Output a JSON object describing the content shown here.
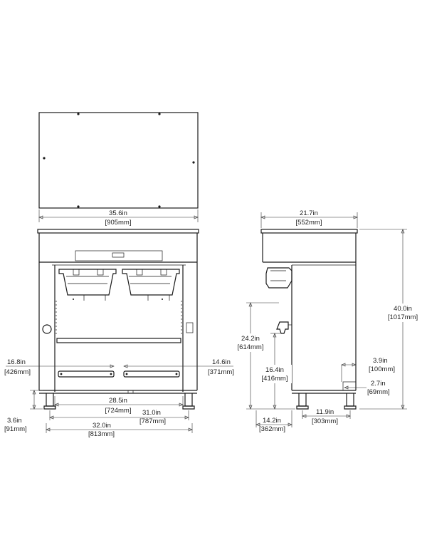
{
  "dimensions": {
    "top_width": {
      "imperial": "35.6in",
      "metric": "[905mm]"
    },
    "side_depth": {
      "imperial": "21.7in",
      "metric": "[552mm]"
    },
    "side_height": {
      "imperial": "40.0in",
      "metric": "[1017mm]"
    },
    "left_dispense": {
      "imperial": "16.8in",
      "metric": "[426mm]"
    },
    "right_dispense": {
      "imperial": "14.6in",
      "metric": "[371mm]"
    },
    "inner_width": {
      "imperial": "28.5in",
      "metric": "[724mm]"
    },
    "feet_width": {
      "imperial": "31.0in",
      "metric": "[787mm]"
    },
    "overall_base": {
      "imperial": "32.0in",
      "metric": "[813mm]"
    },
    "foot_height": {
      "imperial": "3.6in",
      "metric": "[91mm]"
    },
    "faucet_height": {
      "imperial": "24.2in",
      "metric": "[614mm]"
    },
    "server_height": {
      "imperial": "16.4in",
      "metric": "[416mm]"
    },
    "side_base_depth": {
      "imperial": "14.2in",
      "metric": "[362mm]"
    },
    "side_feet_span": {
      "imperial": "11.9in",
      "metric": "[303mm]"
    },
    "rear_offset": {
      "imperial": "3.9in",
      "metric": "[100mm]"
    },
    "rear_foot": {
      "imperial": "2.7in",
      "metric": "[69mm]"
    }
  }
}
